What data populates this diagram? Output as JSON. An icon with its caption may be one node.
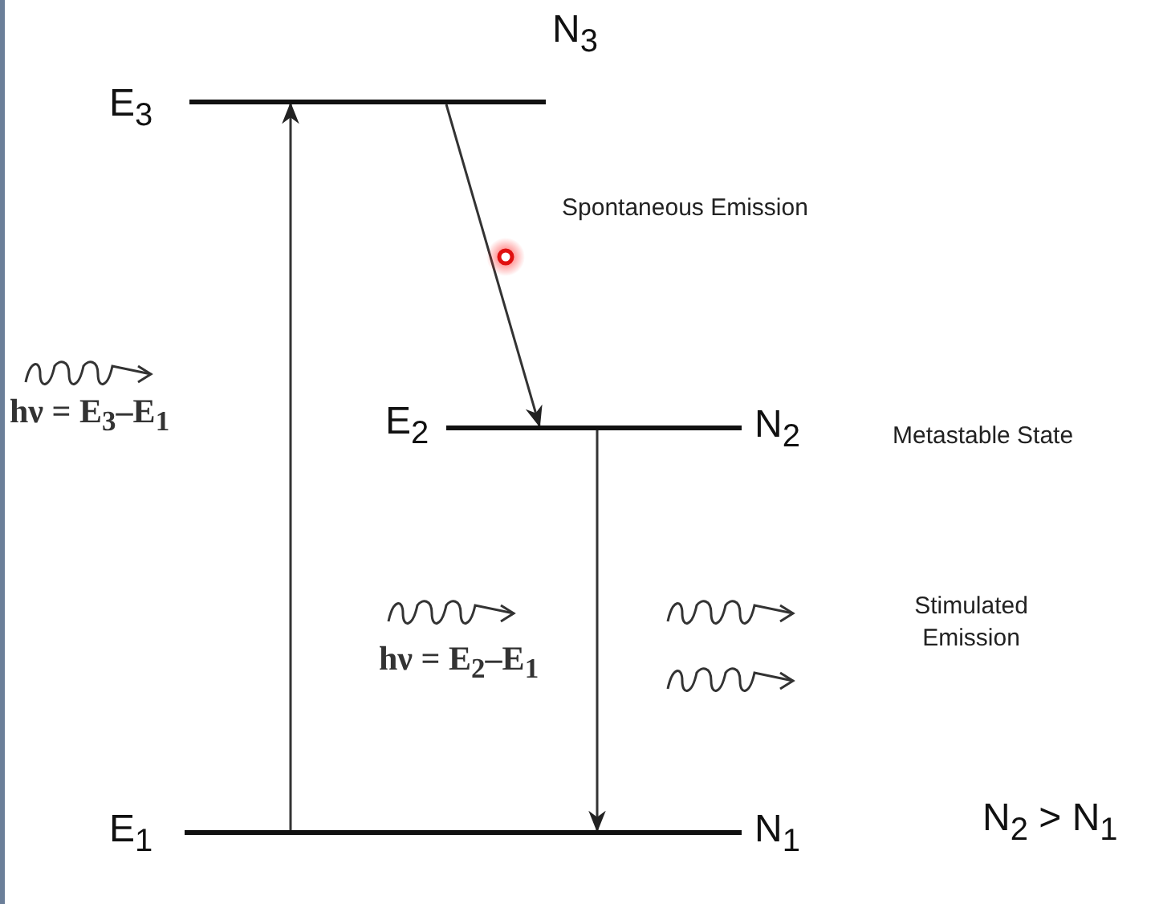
{
  "diagram": {
    "nodes": [
      {
        "text": [
          "E$_{3}$",
          "N$_{3}$"
        ]
      },
      {
        "text": [
          "E$_{2}$",
          "N$_{2}$"
        ]
      },
      {
        "text": [
          "E$_{1}$",
          "N$_{1}$"
        ]
      }
    ],
    "edges": [
      {
        "from": 2,
        "to": 0,
        "arrow": "to"
      },
      {
        "from": 0,
        "to": 1,
        "arrow": "to"
      },
      {
        "from": 1,
        "to": 2,
        "arrow": "to"
      }
    ],
    "labels": [
      "Spontaneous Emission",
      "hν = E$_{3}$–E$_{1}$",
      "Metastable State",
      "Stimulated Emission",
      "hν = E$_{2}$–E$_{1}$",
      "N$_{2}$ > N$_{1}$"
    ]
  }
}
